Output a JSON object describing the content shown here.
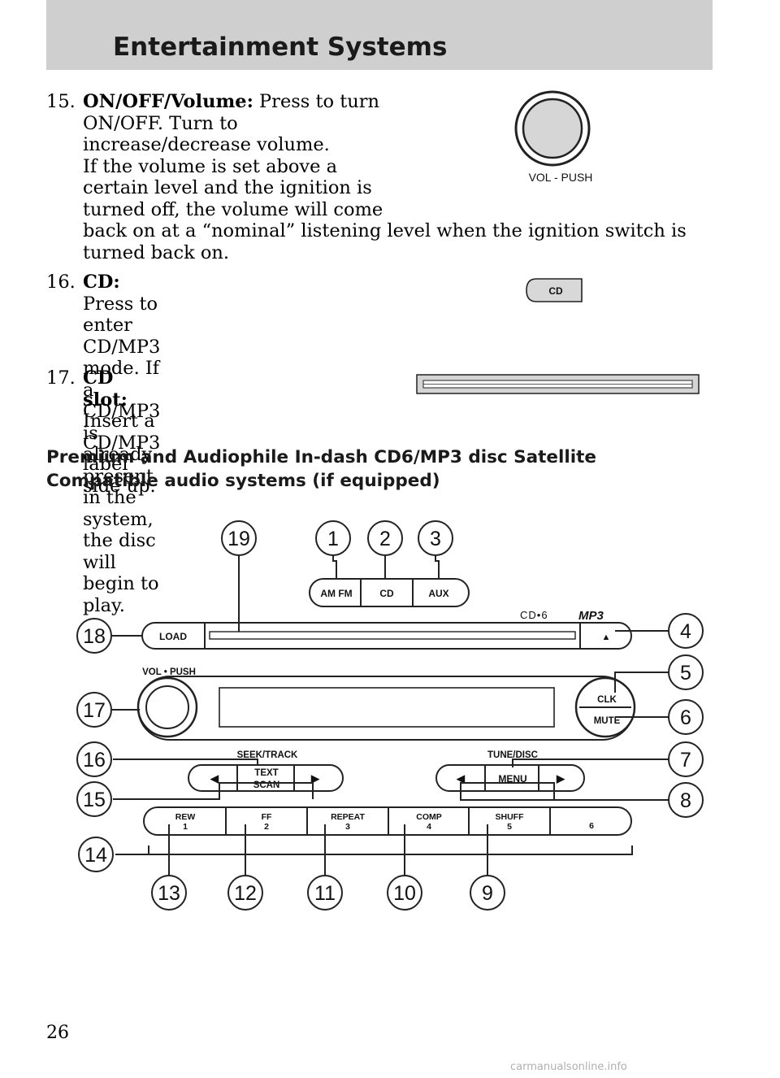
{
  "header": {
    "title": "Entertainment Systems"
  },
  "items": [
    {
      "number": "15.",
      "term": "ON/OFF/Volume:",
      "lines": [
        "Press to turn",
        "ON/OFF. Turn to",
        "increase/decrease volume.",
        "If the volume is set above a",
        "certain level and the ignition is",
        "turned off, the volume will come",
        "back on at a “nominal” listening level when the ignition switch is",
        "turned back on."
      ],
      "figure_label": "VOL - PUSH"
    },
    {
      "number": "16.",
      "term": "CD:",
      "lines": [
        "Press to enter CD/MP3",
        "mode. If a CD/MP3 is already",
        "present in the system, the disc",
        "will begin to play."
      ],
      "figure_label": "CD"
    },
    {
      "number": "17.",
      "term": "CD slot:",
      "lines": [
        "Insert a CD/MP3 label",
        "side up."
      ]
    }
  ],
  "section": {
    "heading_line1": "Premium and Audiophile In-dash CD6/MP3 disc Satellite",
    "heading_line2": "Compatible audio systems (if equipped)"
  },
  "diagram": {
    "buttons": {
      "am_fm": "AM FM",
      "cd": "CD",
      "aux": "AUX",
      "load": "LOAD",
      "eject": "▲",
      "vol_push": "VOL • PUSH",
      "clk": "CLK",
      "mute": "MUTE",
      "seek_track": "SEEK/TRACK",
      "text": "TEXT",
      "scan": "SCAN",
      "tune_disc": "TUNE/DISC",
      "menu": "MENU",
      "left_arrow": "◀",
      "right_arrow": "▶"
    },
    "brand": {
      "cd6": "CD•6",
      "mp3": "MP3"
    },
    "presets": [
      {
        "top": "REW",
        "bottom": "1"
      },
      {
        "top": "FF",
        "bottom": "2"
      },
      {
        "top": "REPEAT",
        "bottom": "3"
      },
      {
        "top": "COMP",
        "bottom": "4"
      },
      {
        "top": "SHUFF",
        "bottom": "5"
      },
      {
        "top": "",
        "bottom": "6"
      }
    ],
    "callouts": [
      "1",
      "2",
      "3",
      "4",
      "5",
      "6",
      "7",
      "8",
      "9",
      "10",
      "11",
      "12",
      "13",
      "14",
      "15",
      "16",
      "17",
      "18",
      "19"
    ]
  },
  "page_number": "26",
  "watermark": "carmanualsonline.info"
}
